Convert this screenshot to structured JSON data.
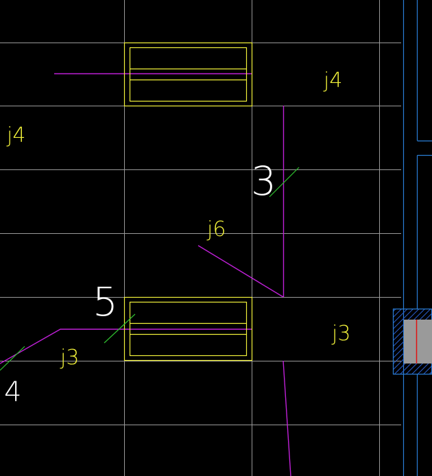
{
  "drawing": {
    "background_color": "#000000",
    "colors": {
      "grid": "#9a9a9a",
      "outline": "#f2f23a",
      "pipe": "#c020d8",
      "leader": "#30c030",
      "label_yellow": "#f2f23a",
      "label_white": "#ffffff",
      "wall": "#2a7fd8",
      "wall_hatch": "#2a5fd0",
      "column_fill": "#9a9a9a",
      "column_axis": "#e01010"
    },
    "labels": {
      "j4_top_right": "j4",
      "j4_left": "j4",
      "mark_3": "3",
      "j6": "j6",
      "mark_5": "5",
      "j3_right": "j3",
      "j3_left": "j3",
      "mark_4": "4"
    }
  }
}
